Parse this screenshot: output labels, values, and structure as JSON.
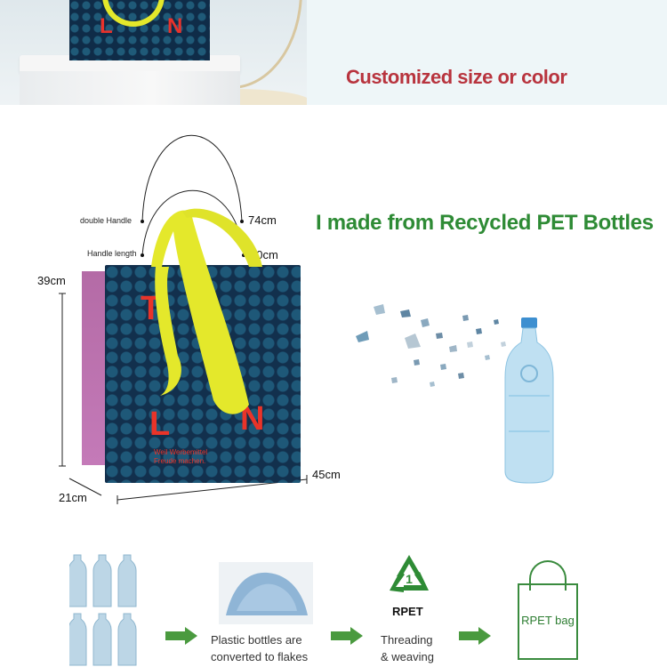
{
  "banner": {
    "caption": "Customized size or color",
    "bag_letters": [
      "L",
      "N"
    ]
  },
  "dimensions": {
    "double_handle_label": "double Handle",
    "handle_length_label": "Handle length",
    "double_handle_value": "74cm",
    "handle_length_value": "50cm",
    "height": "39cm",
    "width": "45cm",
    "depth": "21cm"
  },
  "bag_print": {
    "letters": [
      "T",
      "L",
      "N"
    ],
    "slogan_line1": "Weil Werbemittel",
    "slogan_line2": "Freude machen."
  },
  "headline": "I made from Recycled PET Bottles",
  "process": {
    "step2_line1": "Plastic bottles are",
    "step2_line2": "converted to flakes",
    "recycle_number": "1",
    "rpet_label": "RPET",
    "step3_line1": "Threading",
    "step3_line2": "& weaving",
    "bag_label": "RPET bag"
  },
  "colors": {
    "caption_red": "#b8343e",
    "headline_green": "#2e8b35",
    "arrow_green": "#4a9a3f",
    "bag_navy": "#12304d",
    "handle_yellow": "#e4e82b",
    "letter_red": "#e93429"
  }
}
